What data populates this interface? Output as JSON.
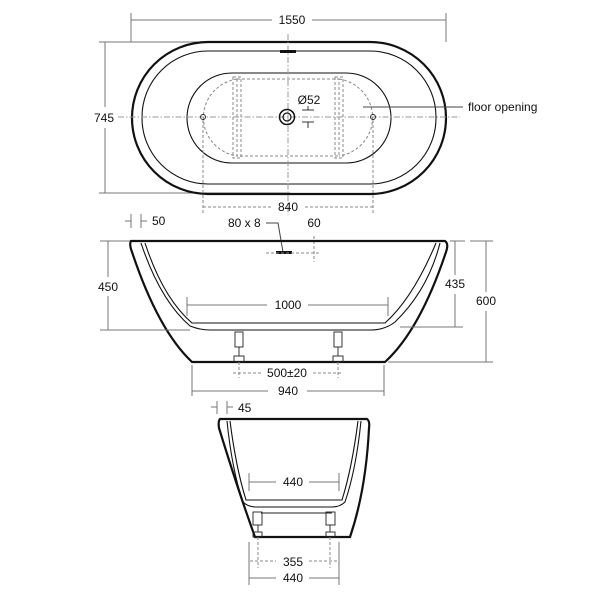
{
  "drawing": {
    "subject": "Freestanding bath dimension drawing",
    "units": "mm",
    "line_color": "#111111",
    "dimension_line_color": "#777777"
  },
  "plan_view": {
    "overall_length": "1550",
    "overall_width": "745",
    "leg_spacing_length": "840",
    "waste_diameter": "Ø52",
    "floor_opening_label": "floor opening"
  },
  "side_view": {
    "rim_thickness": "50",
    "overflow_size": "80 x 8",
    "overflow_offset": "60",
    "depth_outer": "450",
    "depth_inner": "435",
    "overall_height": "600",
    "base_length_inner": "1000",
    "leg_spacing": "500±20",
    "base_length": "940"
  },
  "end_view": {
    "rim_thickness": "45",
    "base_width_inner": "440",
    "leg_spacing": "355",
    "base_width": "440"
  }
}
